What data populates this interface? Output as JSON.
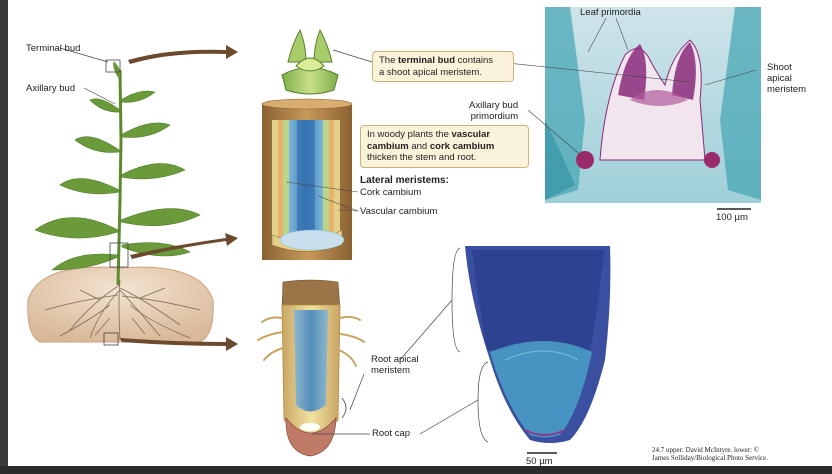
{
  "labels": {
    "terminal_bud": "Terminal bud",
    "axillary_bud": "Axillary bud",
    "leaf_primordia": "Leaf primordia",
    "shoot_apical_meristem": "Shoot\napical\nmeristem",
    "axillary_bud_primordium": "Axillary bud\nprimordium",
    "lateral_meristems": "Lateral meristems:",
    "cork_cambium": "Cork cambium",
    "vascular_cambium": "Vascular cambium",
    "root_apical_meristem": "Root apical\nmeristem",
    "root_cap": "Root cap",
    "scale_top": "100 µm",
    "scale_bottom": "50 µm"
  },
  "callouts": {
    "terminal": {
      "pre": "The ",
      "bold1": "terminal bud",
      "post": " contains\na shoot apical meristem."
    },
    "woody": {
      "pre": "In woody plants the ",
      "bold1": "vascular\ncambium",
      "mid": " and ",
      "bold2": "cork cambium",
      "post": "\nthicken the stem and root."
    }
  },
  "credit": "24.7 upper: David McIntyre. lower: ©\nJames Solliday/Biological Photo Service.",
  "colors": {
    "arrow": "#6b4a2e",
    "leaf": "#6a9a3a",
    "stem_wood": "#b88a4a",
    "vascular_blue": "#3a7fc0",
    "micrograph_purple": "#8a2a7a",
    "micrograph_teal": "#4aa7b5",
    "callout_bg": "#fbf3d9"
  }
}
